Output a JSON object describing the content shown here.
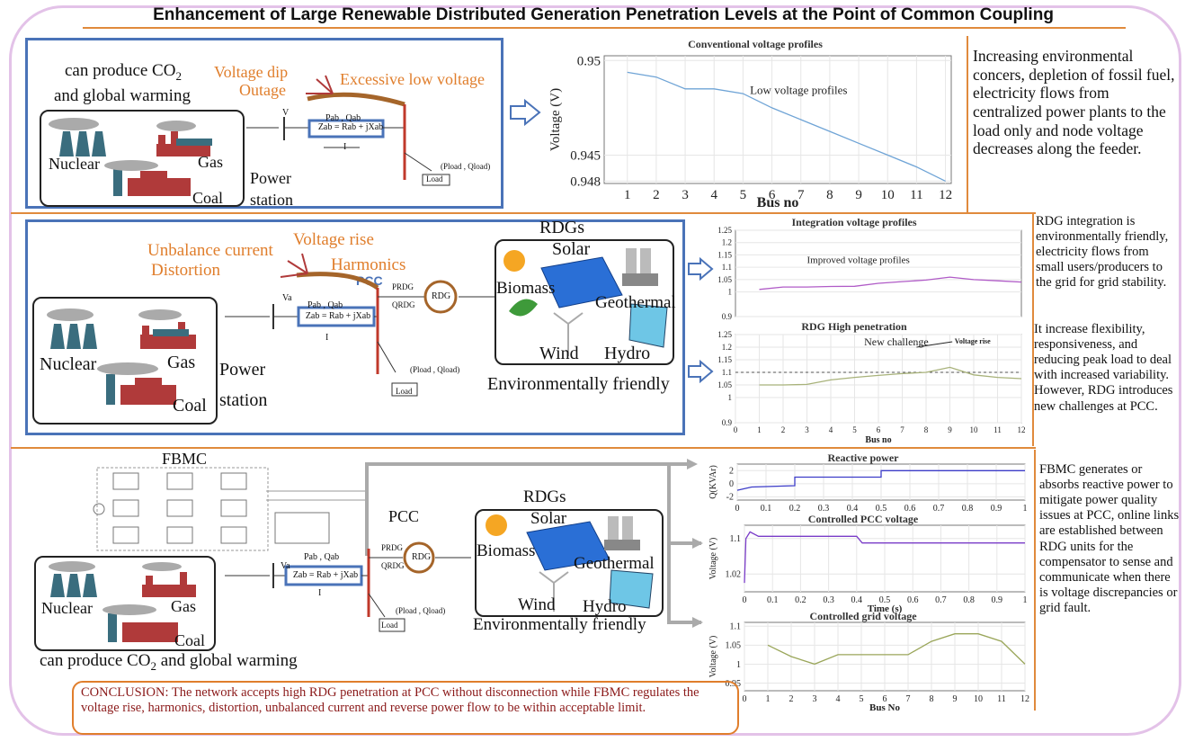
{
  "title": "Enhancement of Large Renewable Distributed Generation Penetration Levels at the Point of Common Coupling",
  "colors": {
    "orange": "#e07e2c",
    "blue_border": "#4a73b8",
    "frame": "#e3c2e8",
    "conclusion_text": "#8b1a1a",
    "line_blue": "#6fa4d6",
    "line_purple": "#b05bc7",
    "line_olive": "#a8b27a"
  },
  "row1": {
    "co2_line1": "can produce CO",
    "co2_sub": "2",
    "co2_line2": "and global warming",
    "problems": {
      "voltage_dip": "Voltage dip",
      "outage": "Outage",
      "low_voltage": "Excessive low voltage"
    },
    "plants": {
      "nuclear": "Nuclear",
      "gas": "Gas",
      "coal": "Coal"
    },
    "power_station": "Power",
    "power_station2": "station",
    "circuit": {
      "v": "V",
      "pq": "Pab , Qab",
      "z": "Zab = Rab + jXab",
      "i": "I",
      "load_pq": "(Pload , Qload)",
      "load": "Load"
    },
    "side_text": "Increasing environmental concers, depletion of fossil fuel, electricity flows from centralized power plants to the load only and node voltage decreases along the feeder."
  },
  "row2": {
    "problems": {
      "unbalance": "Unbalance current",
      "voltage_rise": "Voltage rise",
      "distortion": "Distortion",
      "harmonics": "Harmonics"
    },
    "pcc": "PCC",
    "plants": {
      "nuclear": "Nuclear",
      "gas": "Gas",
      "coal": "Coal"
    },
    "power_station": "Power",
    "power_station2": "station",
    "circuit": {
      "v": "Va",
      "pq": "Pab , Qab",
      "z": "Zab = Rab + jXab",
      "i": "I",
      "prdg": "PRDG",
      "qrdg": "QRDG",
      "rdg": "RDG",
      "load_pq": "(Pload , Qload)",
      "load": "Load"
    },
    "rdgs": {
      "title": "RDGs",
      "solar": "Solar",
      "biomass": "Biomass",
      "geothermal": "Geothermal",
      "wind": "Wind",
      "hydro": "Hydro",
      "friendly": "Environmentally friendly"
    },
    "side_text_1": "RDG integration is environmentally friendly, electricity flows from small users/producers to the grid for grid stability.",
    "side_text_2": "It increase flexibility, responsiveness, and reducing peak load to deal with increased variability. However, RDG introduces new challenges at PCC."
  },
  "row3": {
    "fbmc": "FBMC",
    "pcc": "PCC",
    "plants": {
      "nuclear": "Nuclear",
      "gas": "Gas",
      "coal": "Coal"
    },
    "circuit": {
      "v": "Va",
      "pq": "Pab , Qab",
      "z": "Zab = Rab + jXab",
      "i": "I",
      "prdg": "PRDG",
      "qrdg": "QRDG",
      "rdg": "RDG",
      "load_pq": "(Pload , Qload)",
      "load": "Load"
    },
    "rdgs": {
      "title": "RDGs",
      "solar": "Solar",
      "biomass": "Biomass",
      "geothermal": "Geothermal",
      "wind": "Wind",
      "hydro": "Hydro",
      "friendly": "Environmentally friendly"
    },
    "co2_a": "can produce CO",
    "co2_sub": "2",
    "co2_b": " and global warming",
    "side_text": "FBMC generates or absorbs reactive power to mitigate power quality issues at PCC, online links are established between RDG units for the compensator to sense and communicate when there is voltage discrepancies or grid fault."
  },
  "conclusion": "CONCLUSION: The network accepts high RDG penetration at PCC without disconnection while FBMC regulates the voltage rise, harmonics, distortion, unbalanced current and reverse power flow to be within acceptable limit.",
  "chart_data": [
    {
      "type": "line",
      "title": "Conventional voltage profiles",
      "xlabel": "Bus no",
      "ylabel": "Voltage (V)",
      "annotation": "Low voltage profiles",
      "x": [
        1,
        2,
        3,
        4,
        5,
        6,
        7,
        8,
        9,
        10,
        11,
        12
      ],
      "values": [
        0.9495,
        0.9493,
        0.9488,
        0.9488,
        0.9486,
        0.948,
        0.9475,
        0.947,
        0.9465,
        0.946,
        0.9455,
        0.9449
      ],
      "yticks_labels": [
        "0.95",
        "0.945",
        "0.948"
      ],
      "xlim": [
        0,
        12
      ],
      "ylim": [
        0.9448,
        0.9502
      ]
    },
    {
      "type": "line",
      "title": "Integration voltage profiles",
      "annotation": "Improved voltage profiles",
      "x": [
        1,
        2,
        3,
        4,
        5,
        6,
        7,
        8,
        9,
        10,
        11,
        12
      ],
      "values": [
        1.01,
        1.02,
        1.02,
        1.022,
        1.023,
        1.035,
        1.042,
        1.048,
        1.06,
        1.05,
        1.045,
        1.04
      ],
      "yticks": [
        0.9,
        1,
        1.05,
        1.1,
        1.15,
        1.2,
        1.25
      ],
      "ylim": [
        0.9,
        1.25
      ]
    },
    {
      "type": "line",
      "title": "RDG High penetration",
      "xlabel": "Bus no",
      "annotation": "New challenge",
      "annotation2": "Voltage rise",
      "x": [
        1,
        2,
        3,
        4,
        5,
        6,
        7,
        8,
        9,
        10,
        11,
        12
      ],
      "values": [
        1.05,
        1.05,
        1.052,
        1.07,
        1.08,
        1.088,
        1.095,
        1.1,
        1.12,
        1.09,
        1.08,
        1.075
      ],
      "reference": 1.1,
      "xticks": [
        0,
        1,
        2,
        3,
        4,
        5,
        6,
        7,
        8,
        9,
        10,
        11,
        12
      ],
      "yticks": [
        0.9,
        1,
        1.05,
        1.1,
        1.15,
        1.2,
        1.25
      ],
      "ylim": [
        0.9,
        1.25
      ]
    },
    {
      "type": "line",
      "title": "Reactive power",
      "ylabel": "Q(KVAr)",
      "x": [
        0,
        0.05,
        0.2,
        0.2,
        0.5,
        0.5,
        1
      ],
      "values": [
        -1,
        -0.5,
        -0.3,
        1,
        1,
        2,
        2
      ],
      "xticks": [
        0,
        0.1,
        0.2,
        0.3,
        0.4,
        0.5,
        0.6,
        0.7,
        0.8,
        0.9,
        1
      ],
      "yticks": [
        -2,
        0,
        2
      ],
      "ylim": [
        -2.5,
        3
      ]
    },
    {
      "type": "line",
      "title": "Controlled PCC voltage",
      "xlabel": "Time (s)",
      "ylabel": "Voltage (V)",
      "x": [
        0,
        0.005,
        0.02,
        0.05,
        0.4,
        0.42,
        1
      ],
      "values": [
        1.0,
        1.1,
        1.115,
        1.105,
        1.105,
        1.09,
        1.09
      ],
      "xticks": [
        0,
        0.1,
        0.2,
        0.3,
        0.4,
        0.5,
        0.6,
        0.7,
        0.8,
        0.9,
        1
      ],
      "yticks": [
        1.02,
        1.1
      ],
      "ylim": [
        0.98,
        1.13
      ]
    },
    {
      "type": "line",
      "title": "Controlled grid voltage",
      "xlabel": "Bus No",
      "ylabel": "Voltage (V)",
      "x": [
        1,
        2,
        3,
        4,
        5,
        6,
        7,
        8,
        9,
        10,
        11,
        12
      ],
      "values": [
        1.05,
        1.02,
        1.0,
        1.025,
        1.025,
        1.025,
        1.025,
        1.06,
        1.08,
        1.08,
        1.06,
        1.0
      ],
      "xticks": [
        0,
        1,
        2,
        3,
        4,
        5,
        6,
        7,
        8,
        9,
        10,
        11,
        12
      ],
      "yticks": [
        0.95,
        1,
        1.05,
        1.1
      ],
      "ylim": [
        0.93,
        1.11
      ]
    }
  ]
}
